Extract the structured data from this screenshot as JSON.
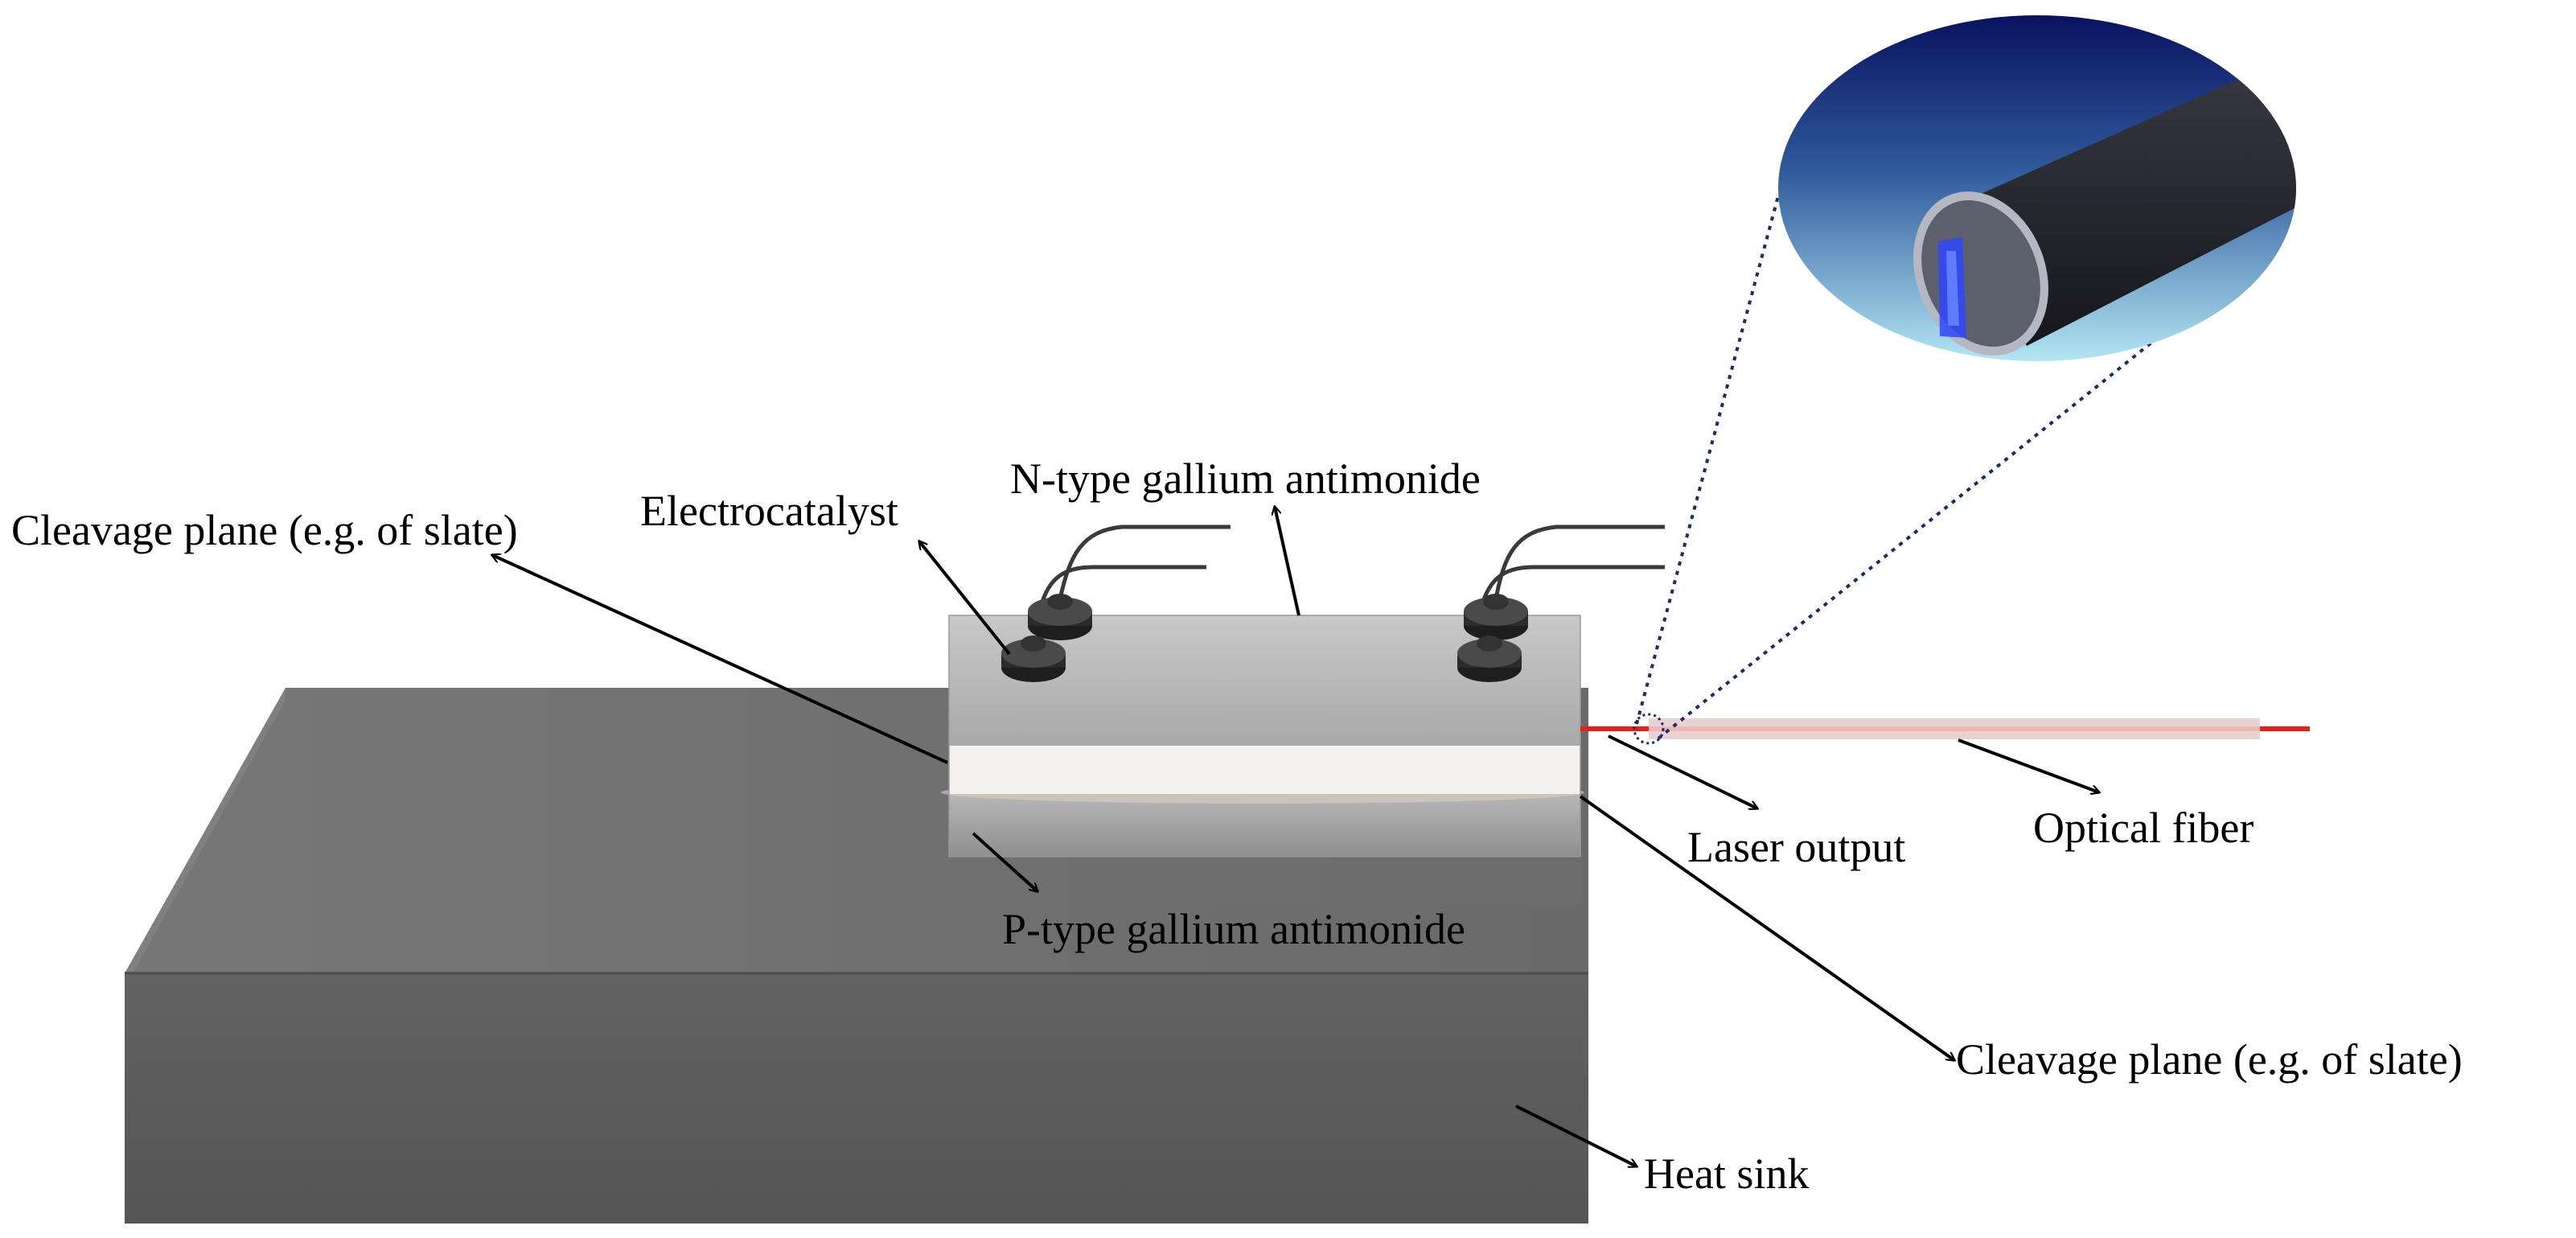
{
  "labels": {
    "cleavage_left": "Cleavage plane (e.g. of slate)",
    "electrocatalyst": "Electrocatalyst",
    "n_type": "N-type gallium antimonide",
    "p_type": "P-type gallium antimonide",
    "laser_output": "Laser output",
    "optical_fiber": "Optical fiber",
    "cleavage_right": "Cleavage plane (e.g. of slate)",
    "heat_sink": "Heat sink"
  },
  "colors": {
    "heat_sink_top": "#707070",
    "heat_sink_front": "#5a5a5a",
    "n_layer": "#b9b9b9",
    "junction": "#f4f2ee",
    "p_layer": "#aaaaaa",
    "electrode": "#2e2e2e",
    "laser": "#e8201c",
    "fiber": "#e6cccc",
    "inset_dark": "#0d1a66",
    "inset_light": "#a8dff0"
  }
}
